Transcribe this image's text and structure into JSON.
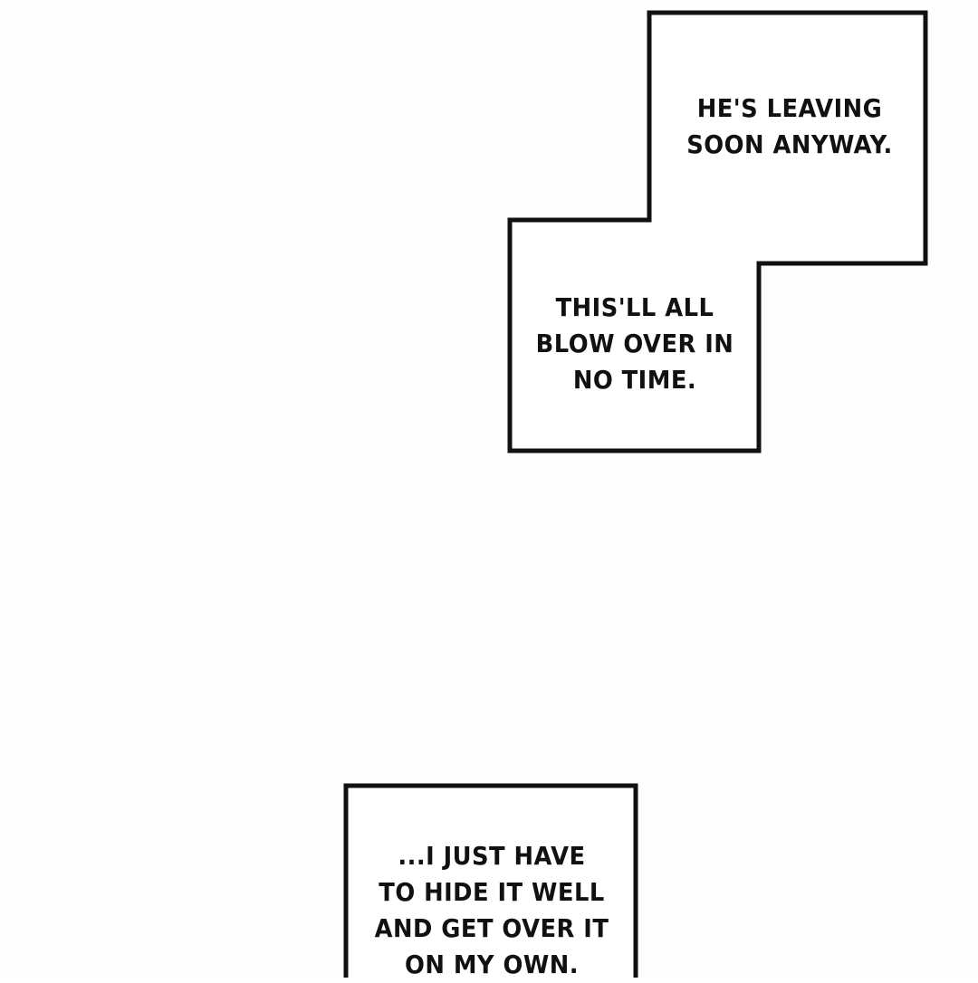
{
  "captions": [
    {
      "lines": [
        "HE'S LEAVING",
        "SOON ANYWAY."
      ]
    },
    {
      "lines": [
        "THIS'LL ALL",
        "BLOW OVER IN",
        "NO TIME."
      ]
    },
    {
      "lines": [
        "...I JUST HAVE",
        "TO HIDE IT WELL",
        "AND GET OVER IT",
        "ON MY OWN."
      ]
    }
  ],
  "colors": {
    "background": "#fefefe",
    "border": "#111111",
    "text": "#111111"
  }
}
